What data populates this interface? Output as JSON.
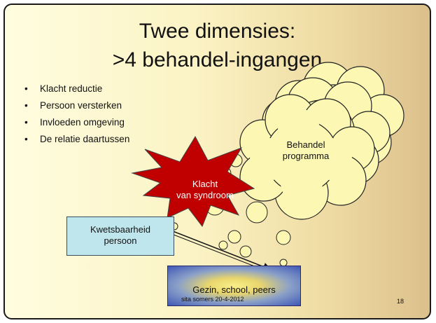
{
  "slide": {
    "title_line1": "Twee dimensies:",
    "title_line2": ">4 behandel-ingangen",
    "bullets": [
      {
        "marker": "•",
        "text": "Klacht reductie"
      },
      {
        "marker": "•",
        "text": "Persoon versterken"
      },
      {
        "marker": "•",
        "text": "Invloeden omgeving"
      },
      {
        "marker": "•",
        "text": "De relatie daartussen"
      }
    ],
    "shapes": {
      "klacht": "Klacht\nvan syndroom",
      "behandel": "Behandel\nprogramma",
      "kwetsbaarheid": "Kwetsbaarheid\npersoon",
      "gezin": "Gezin, school, peers"
    },
    "footer": {
      "author_date": "sita somers 20-4-2012",
      "page_number": "18"
    }
  },
  "colors": {
    "explosion": "#c00000",
    "cloud_fill": "#fcf8b4",
    "kwetsbaarheid_fill": "#bfe6ec",
    "gezin_center": "#f8ef8a",
    "gezin_edge": "#3f57b6"
  }
}
